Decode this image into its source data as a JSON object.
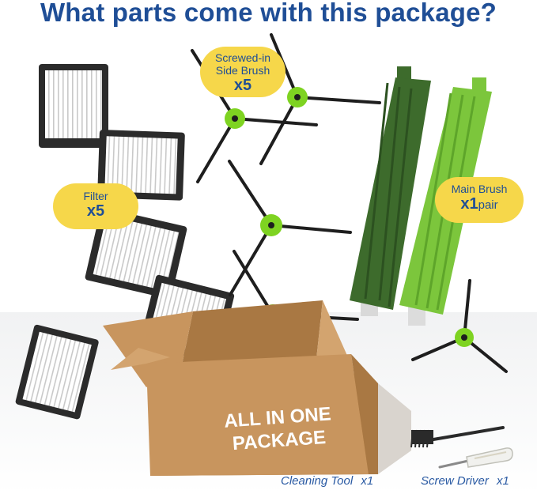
{
  "title": "What parts come with this package?",
  "items": {
    "side_brush": {
      "label_line1": "Screwed-in",
      "label_line2": "Side Brush",
      "quantity": "x5"
    },
    "filter": {
      "label": "Filter",
      "quantity": "x5"
    },
    "main_brush": {
      "label": "Main Brush",
      "quantity": "x1",
      "unit": "pair"
    },
    "cleaning_tool": {
      "label": "Cleaning Tool",
      "quantity": "x1"
    },
    "screw_driver": {
      "label": "Screw Driver",
      "quantity": "x1"
    }
  },
  "box": {
    "line1": "ALL IN ONE",
    "line2": "PACKAGE"
  },
  "colors": {
    "title": "#1f4e96",
    "bubble": "#f6d74a",
    "box": "#c8955e",
    "brush_dark": "#3d6b2c",
    "brush_light": "#7cc63c",
    "hub": "#7ed321"
  }
}
